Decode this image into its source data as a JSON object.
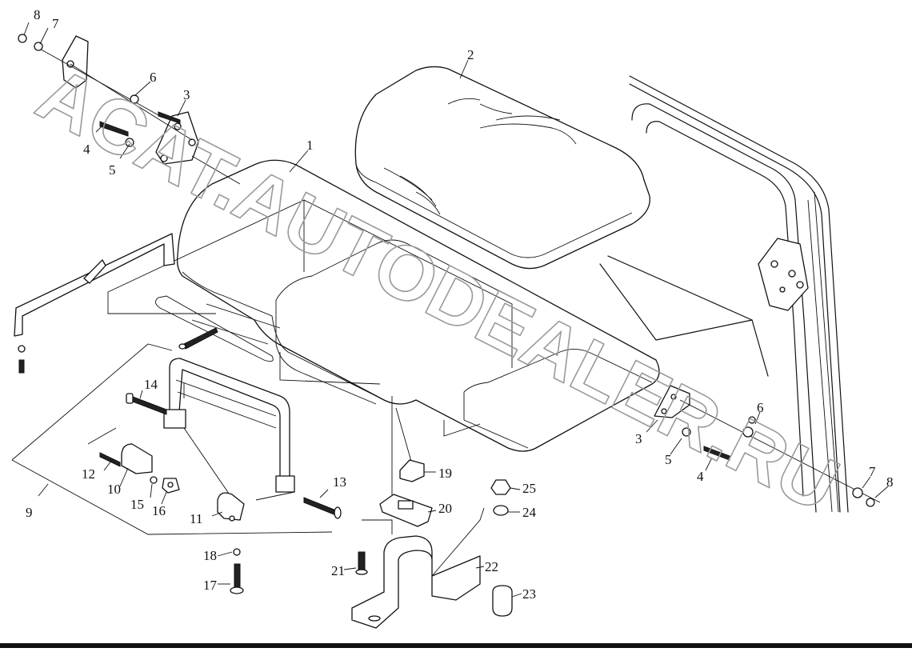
{
  "watermark": "ACAT.AUTODEALER.RU",
  "callouts": [
    {
      "id": "c1",
      "label": "1"
    },
    {
      "id": "c2",
      "label": "2"
    },
    {
      "id": "c3a",
      "label": "3"
    },
    {
      "id": "c3b",
      "label": "3"
    },
    {
      "id": "c4a",
      "label": "4"
    },
    {
      "id": "c4b",
      "label": "4"
    },
    {
      "id": "c5a",
      "label": "5"
    },
    {
      "id": "c5b",
      "label": "5"
    },
    {
      "id": "c6a",
      "label": "6"
    },
    {
      "id": "c6b",
      "label": "6"
    },
    {
      "id": "c7a",
      "label": "7"
    },
    {
      "id": "c7b",
      "label": "7"
    },
    {
      "id": "c8a",
      "label": "8"
    },
    {
      "id": "c8b",
      "label": "8"
    },
    {
      "id": "c9",
      "label": "9"
    },
    {
      "id": "c10",
      "label": "10"
    },
    {
      "id": "c11",
      "label": "11"
    },
    {
      "id": "c12",
      "label": "12"
    },
    {
      "id": "c13",
      "label": "13"
    },
    {
      "id": "c14",
      "label": "14"
    },
    {
      "id": "c15",
      "label": "15"
    },
    {
      "id": "c16",
      "label": "16"
    },
    {
      "id": "c17",
      "label": "17"
    },
    {
      "id": "c18",
      "label": "18"
    },
    {
      "id": "c19",
      "label": "19"
    },
    {
      "id": "c20",
      "label": "20"
    },
    {
      "id": "c21",
      "label": "21"
    },
    {
      "id": "c22",
      "label": "22"
    },
    {
      "id": "c23",
      "label": "23"
    },
    {
      "id": "c24",
      "label": "24"
    },
    {
      "id": "c25",
      "label": "25"
    }
  ]
}
